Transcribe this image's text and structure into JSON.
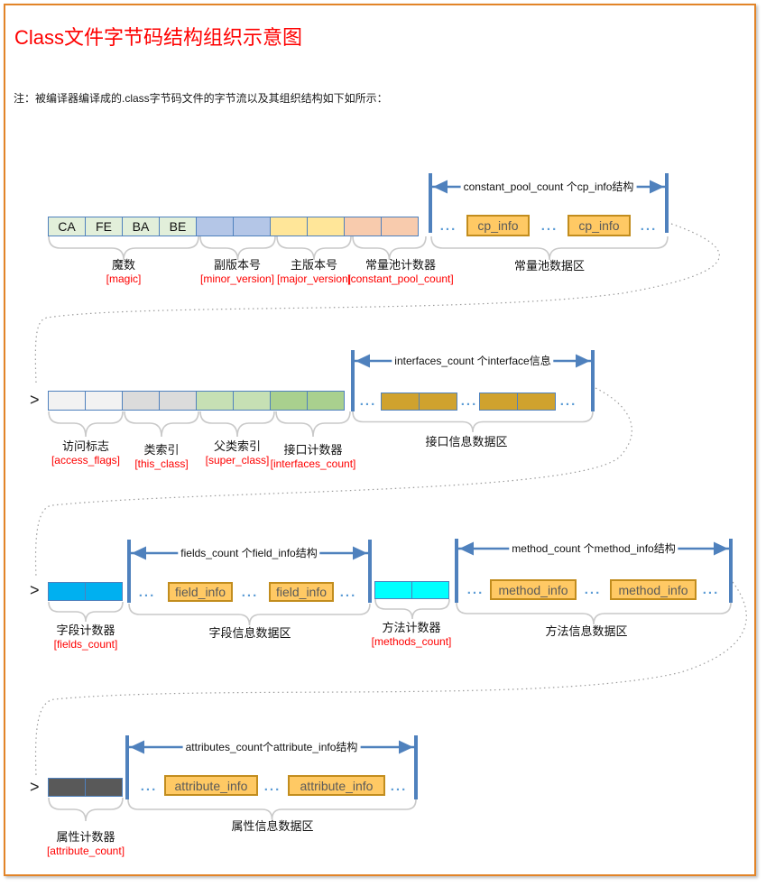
{
  "header": {
    "title": "Class文件字节码结构组织示意图",
    "note": "注：被编译器编译成的.class字节码文件的字节流以及其组织结构如下如所示："
  },
  "symbols": {
    "dots": "...",
    "chevron": ">"
  },
  "magic_bytes": [
    "CA",
    "FE",
    "BA",
    "BE"
  ],
  "row1": {
    "labels": [
      {
        "cn": "魔数",
        "en": "[magic]"
      },
      {
        "cn": "副版本号",
        "en": "[minor_version]"
      },
      {
        "cn": "主版本号",
        "en": "[major_version]"
      },
      {
        "cn": "常量池计数器",
        "en": "[constant_pool_count]"
      }
    ],
    "pool": {
      "arrow": "constant_pool_count 个cp_info结构",
      "item": "cp_info",
      "area": "常量池数据区"
    }
  },
  "row2": {
    "labels": [
      {
        "cn": "访问标志",
        "en": "[access_flags]"
      },
      {
        "cn": "类索引",
        "en": "[this_class]"
      },
      {
        "cn": "父类索引",
        "en": "[super_class]"
      },
      {
        "cn": "接口计数器",
        "en": "[interfaces_count]"
      }
    ],
    "pool": {
      "arrow": "interfaces_count 个interface信息",
      "area": "接口信息数据区"
    }
  },
  "row3": {
    "fields_counter": {
      "cn": "字段计数器",
      "en": "[fields_count]"
    },
    "fields_pool": {
      "arrow": "fields_count 个field_info结构",
      "item": "field_info",
      "area": "字段信息数据区"
    },
    "methods_counter": {
      "cn": "方法计数器",
      "en": "[methods_count]"
    },
    "methods_pool": {
      "arrow": "method_count 个method_info结构",
      "item": "method_info",
      "area": "方法信息数据区"
    }
  },
  "row4": {
    "counter": {
      "cn": "属性计数器",
      "en": "[attribute_count]"
    },
    "pool": {
      "arrow": "attributes_count个attribute_info结构",
      "item": "attribute_info",
      "area": "属性信息数据区"
    }
  },
  "colors": {
    "frame_orange": "#E28428",
    "accent_blue": "#4F81BD",
    "dots_blue": "#5B9BD5",
    "label_red": "#FE0000",
    "info_box_fill": "#FFC964",
    "info_box_border": "#C28D1E"
  }
}
